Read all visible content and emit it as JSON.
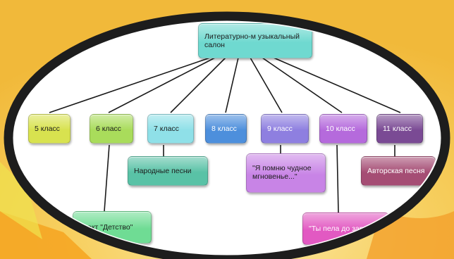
{
  "diagram": {
    "root": {
      "label": "Литературно-м узыкальный салон",
      "color": "#6fd9d0"
    },
    "grades": [
      {
        "label": "5 класс",
        "color": "#d8e24f"
      },
      {
        "label": "6 класс",
        "color": "#a9dc5b"
      },
      {
        "label": "7 класс",
        "color": "#8fe0e8"
      },
      {
        "label": "8 класс",
        "color": "#4d8fdc"
      },
      {
        "label": "9 класс",
        "color": "#8e7fe0"
      },
      {
        "label": "10 класс",
        "color": "#b56adc"
      },
      {
        "label": "11 класс",
        "color": "#7a4a94"
      }
    ],
    "topics": {
      "narodnye": {
        "label": "Народные песни",
        "color": "#59c2a6"
      },
      "pomnyu": {
        "label": "\"Я помню чудное мгновенье...\"",
        "color": "#c884e6"
      },
      "avtorskaya": {
        "label": "Авторская песня",
        "color": "#a54d74"
      },
      "detstvo": {
        "label": "ект \"Детство\"",
        "color": "#6fdc94"
      },
      "pela": {
        "label": "\"Ты пела до зар",
        "color": "#e259c2"
      }
    }
  }
}
